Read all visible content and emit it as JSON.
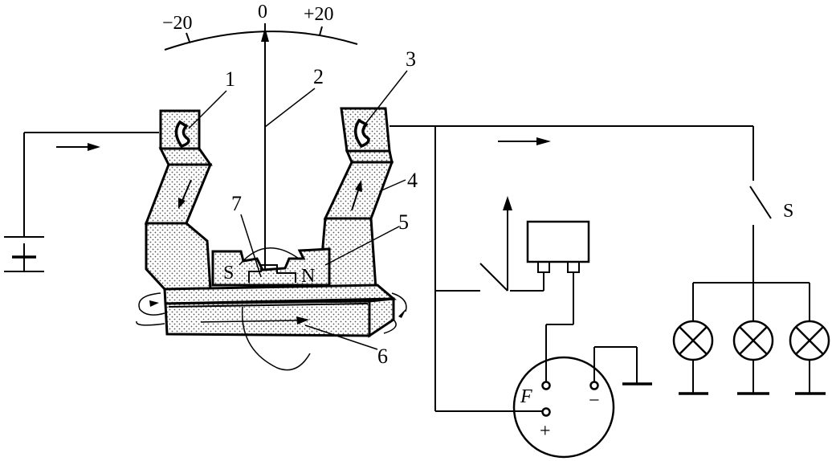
{
  "scale": {
    "left_label": "−20",
    "center_label": "0",
    "right_label": "+20"
  },
  "callouts": [
    "1",
    "2",
    "3",
    "4",
    "5",
    "6",
    "7"
  ],
  "magnet": {
    "south_label": "S",
    "north_label": "N"
  },
  "switch_label": "S",
  "generator": {
    "field_terminal_label": "F",
    "negative_terminal_label": "−",
    "positive_terminal_label": "+"
  },
  "lamps": {
    "count": 3
  }
}
